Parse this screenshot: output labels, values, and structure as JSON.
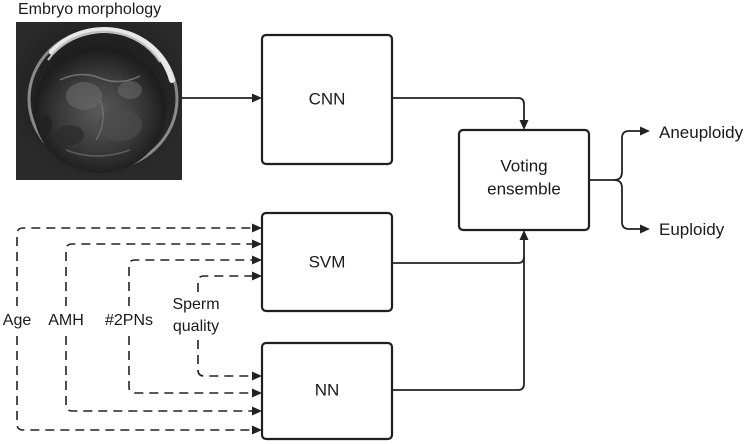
{
  "image_title": "Embryo morphology",
  "models": {
    "cnn": "CNN",
    "svm": "SVM",
    "nn": "NN"
  },
  "ensemble": {
    "line1": "Voting",
    "line2": "ensemble"
  },
  "outputs": {
    "aneuploidy": "Aneuploidy",
    "euploidy": "Euploidy"
  },
  "features": {
    "age": "Age",
    "amh": "AMH",
    "pns": "#2PNs",
    "sperm_line1": "Sperm",
    "sperm_line2": "quality"
  }
}
